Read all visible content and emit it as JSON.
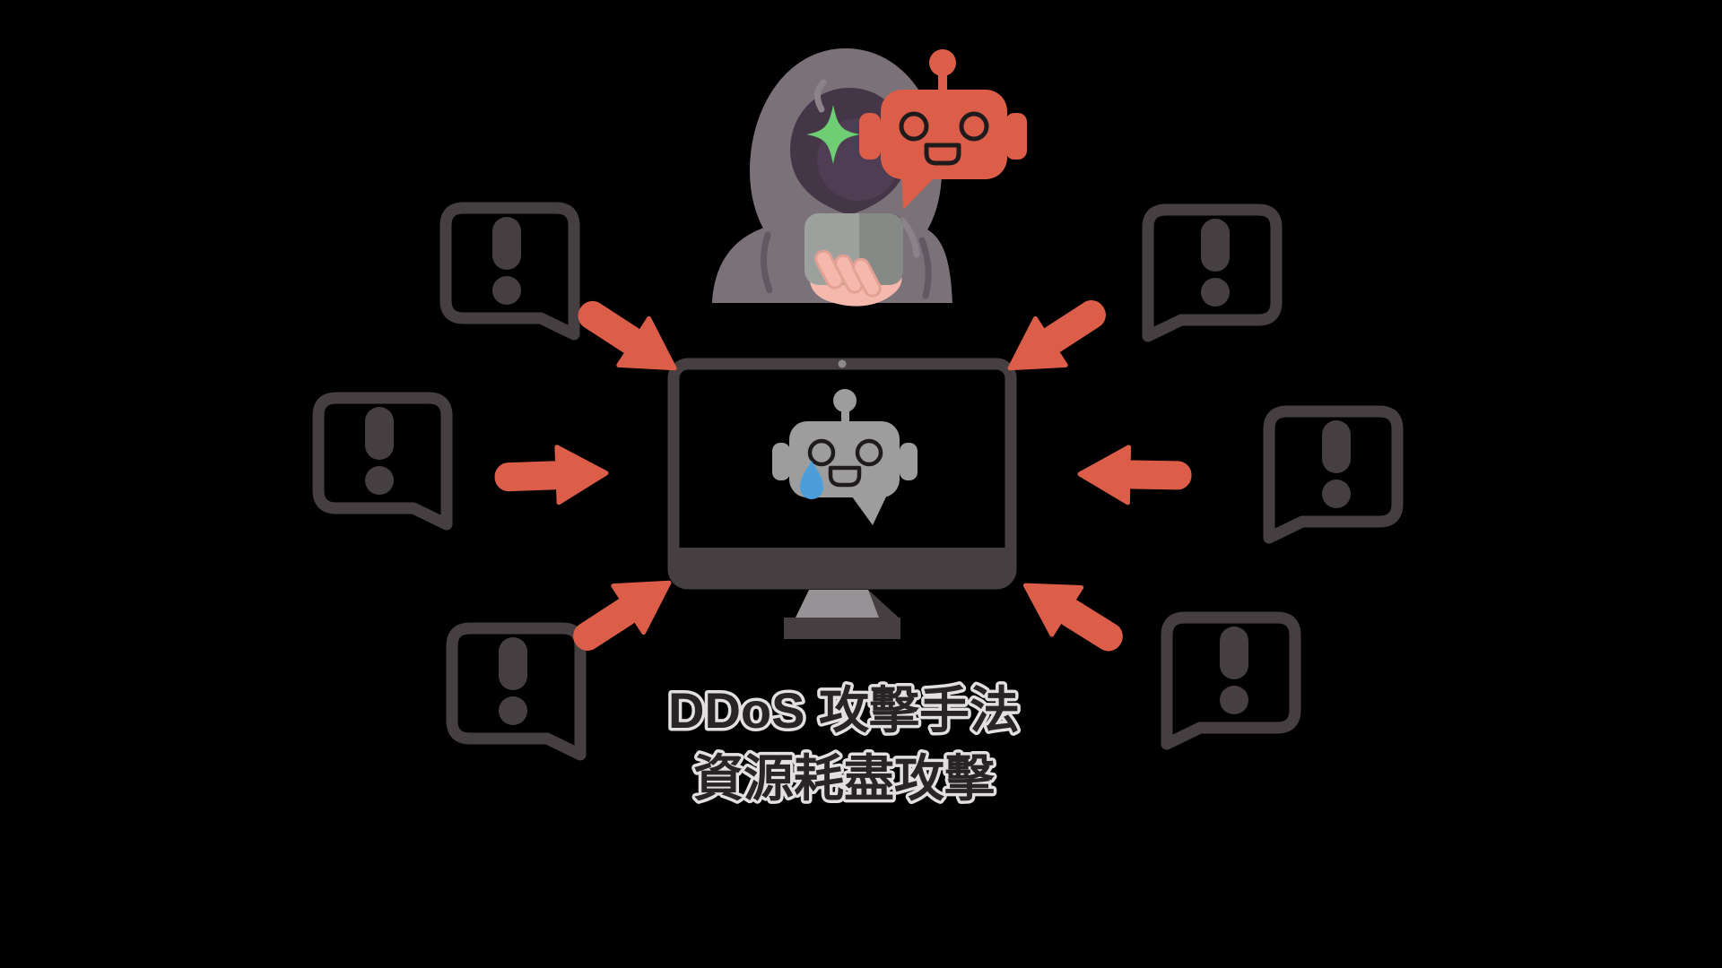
{
  "caption": {
    "line1": "DDoS 攻擊手法",
    "line2": "資源耗盡攻擊"
  },
  "diagram": {
    "alert_bubbles": 6,
    "attack_arrows": 6,
    "attacker": "hooded hacker with laptop and red chatbot",
    "victim": "desktop monitor with sad gray chatbot"
  },
  "icons": {
    "attacker": "hacker-hoodie-icon",
    "attacker_bot": "chatbot-red-icon",
    "victim_screen": "monitor-icon",
    "victim_bot": "sad-chatbot-gray-icon",
    "alert": "alert-speech-bubble-icon",
    "attack": "attack-arrow-icon"
  },
  "colors": {
    "background": "#000000",
    "outline_dark": "#463F41",
    "accent_red": "#DC5E49",
    "bot_gray": "#9E9D9E",
    "tear_blue": "#4C9EDB",
    "eye_stroke": "#1F1B1C",
    "hoodie": "#7B7179",
    "hoodie_crease": "#615864",
    "hoodie_crease_light": "#8C8289",
    "face_dark": "#443646",
    "face_inner": "#4F3D53",
    "sparkle_green": "#6FCE73",
    "laptop_gray": "#9DA19E",
    "hand_pink": "#F4B9AC",
    "hand_line": "#E3A193",
    "stand_gray": "#969295",
    "webcam_gray": "#8E8A8C",
    "caption_fill": "#292425",
    "caption_stroke": "#E2E0E0"
  }
}
